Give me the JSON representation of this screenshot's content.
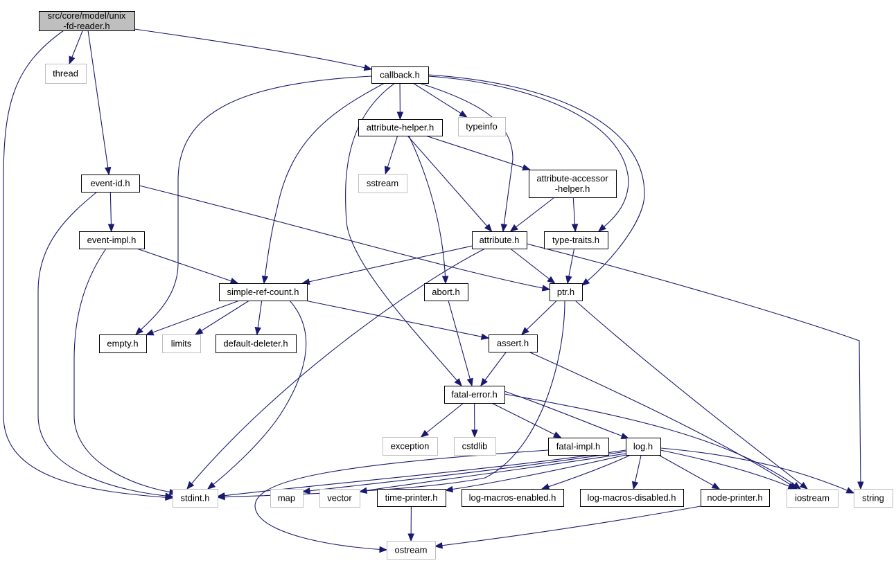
{
  "title": "src/core/model/unix-fd-reader.h include dependency graph",
  "colors": {
    "edge": "#191970",
    "root_fill": "#bfbfbf",
    "root_border": "#000000",
    "local_border": "#000000",
    "system_border": "#bfbfbf",
    "node_fill": "#ffffff"
  },
  "nodes": [
    {
      "id": "root",
      "lines": [
        "src/core/model/unix",
        "-fd-reader.h"
      ],
      "kind": "root"
    },
    {
      "id": "thread",
      "lines": [
        "thread"
      ],
      "kind": "system"
    },
    {
      "id": "callback",
      "lines": [
        "callback.h"
      ],
      "kind": "local"
    },
    {
      "id": "attribute-helper",
      "lines": [
        "attribute-helper.h"
      ],
      "kind": "local"
    },
    {
      "id": "typeinfo",
      "lines": [
        "typeinfo"
      ],
      "kind": "system"
    },
    {
      "id": "sstream",
      "lines": [
        "sstream"
      ],
      "kind": "system"
    },
    {
      "id": "attribute-accessor-helper",
      "lines": [
        "attribute-accessor",
        "-helper.h"
      ],
      "kind": "local"
    },
    {
      "id": "event-id",
      "lines": [
        "event-id.h"
      ],
      "kind": "local"
    },
    {
      "id": "event-impl",
      "lines": [
        "event-impl.h"
      ],
      "kind": "local"
    },
    {
      "id": "attribute",
      "lines": [
        "attribute.h"
      ],
      "kind": "local"
    },
    {
      "id": "type-traits",
      "lines": [
        "type-traits.h"
      ],
      "kind": "local"
    },
    {
      "id": "simple-ref-count",
      "lines": [
        "simple-ref-count.h"
      ],
      "kind": "local"
    },
    {
      "id": "abort",
      "lines": [
        "abort.h"
      ],
      "kind": "local"
    },
    {
      "id": "ptr",
      "lines": [
        "ptr.h"
      ],
      "kind": "local"
    },
    {
      "id": "empty",
      "lines": [
        "empty.h"
      ],
      "kind": "local"
    },
    {
      "id": "limits",
      "lines": [
        "limits"
      ],
      "kind": "system"
    },
    {
      "id": "default-deleter",
      "lines": [
        "default-deleter.h"
      ],
      "kind": "local"
    },
    {
      "id": "assert",
      "lines": [
        "assert.h"
      ],
      "kind": "local"
    },
    {
      "id": "fatal-error",
      "lines": [
        "fatal-error.h"
      ],
      "kind": "local"
    },
    {
      "id": "exception",
      "lines": [
        "exception"
      ],
      "kind": "system"
    },
    {
      "id": "cstdlib",
      "lines": [
        "cstdlib"
      ],
      "kind": "system"
    },
    {
      "id": "fatal-impl",
      "lines": [
        "fatal-impl.h"
      ],
      "kind": "local"
    },
    {
      "id": "log",
      "lines": [
        "log.h"
      ],
      "kind": "local"
    },
    {
      "id": "stdint",
      "lines": [
        "stdint.h"
      ],
      "kind": "system"
    },
    {
      "id": "map",
      "lines": [
        "map"
      ],
      "kind": "system"
    },
    {
      "id": "vector",
      "lines": [
        "vector"
      ],
      "kind": "system"
    },
    {
      "id": "time-printer",
      "lines": [
        "time-printer.h"
      ],
      "kind": "local"
    },
    {
      "id": "log-macros-enabled",
      "lines": [
        "log-macros-enabled.h"
      ],
      "kind": "local"
    },
    {
      "id": "log-macros-disabled",
      "lines": [
        "log-macros-disabled.h"
      ],
      "kind": "local"
    },
    {
      "id": "node-printer",
      "lines": [
        "node-printer.h"
      ],
      "kind": "local"
    },
    {
      "id": "iostream",
      "lines": [
        "iostream"
      ],
      "kind": "system"
    },
    {
      "id": "string",
      "lines": [
        "string"
      ],
      "kind": "system"
    },
    {
      "id": "ostream",
      "lines": [
        "ostream"
      ],
      "kind": "system"
    }
  ],
  "edges": [
    [
      "root",
      "thread"
    ],
    [
      "root",
      "callback"
    ],
    [
      "root",
      "event-id"
    ],
    [
      "root",
      "stdint"
    ],
    [
      "callback",
      "attribute-helper"
    ],
    [
      "callback",
      "typeinfo"
    ],
    [
      "callback",
      "empty"
    ],
    [
      "callback",
      "simple-ref-count"
    ],
    [
      "callback",
      "fatal-error"
    ],
    [
      "callback",
      "attribute"
    ],
    [
      "callback",
      "type-traits"
    ],
    [
      "callback",
      "ptr"
    ],
    [
      "attribute-helper",
      "sstream"
    ],
    [
      "attribute-helper",
      "attribute-accessor-helper"
    ],
    [
      "attribute-helper",
      "attribute"
    ],
    [
      "attribute-helper",
      "abort"
    ],
    [
      "attribute-accessor-helper",
      "attribute"
    ],
    [
      "attribute-accessor-helper",
      "type-traits"
    ],
    [
      "event-id",
      "event-impl"
    ],
    [
      "event-id",
      "ptr"
    ],
    [
      "event-id",
      "stdint"
    ],
    [
      "event-impl",
      "simple-ref-count"
    ],
    [
      "event-impl",
      "stdint"
    ],
    [
      "attribute",
      "simple-ref-count"
    ],
    [
      "attribute",
      "ptr"
    ],
    [
      "attribute",
      "string"
    ],
    [
      "attribute",
      "stdint"
    ],
    [
      "type-traits",
      "ptr"
    ],
    [
      "simple-ref-count",
      "empty"
    ],
    [
      "simple-ref-count",
      "limits"
    ],
    [
      "simple-ref-count",
      "default-deleter"
    ],
    [
      "simple-ref-count",
      "assert"
    ],
    [
      "simple-ref-count",
      "stdint"
    ],
    [
      "abort",
      "fatal-error"
    ],
    [
      "ptr",
      "assert"
    ],
    [
      "ptr",
      "iostream"
    ],
    [
      "ptr",
      "stdint"
    ],
    [
      "assert",
      "fatal-error"
    ],
    [
      "assert",
      "iostream"
    ],
    [
      "fatal-error",
      "exception"
    ],
    [
      "fatal-error",
      "cstdlib"
    ],
    [
      "fatal-error",
      "fatal-impl"
    ],
    [
      "fatal-error",
      "log"
    ],
    [
      "fatal-error",
      "iostream"
    ],
    [
      "fatal-impl",
      "ostream"
    ],
    [
      "log",
      "stdint"
    ],
    [
      "log",
      "map"
    ],
    [
      "log",
      "vector"
    ],
    [
      "log",
      "time-printer"
    ],
    [
      "log",
      "log-macros-enabled"
    ],
    [
      "log",
      "log-macros-disabled"
    ],
    [
      "log",
      "node-printer"
    ],
    [
      "log",
      "iostream"
    ],
    [
      "log",
      "string"
    ],
    [
      "time-printer",
      "ostream"
    ],
    [
      "node-printer",
      "ostream"
    ]
  ]
}
